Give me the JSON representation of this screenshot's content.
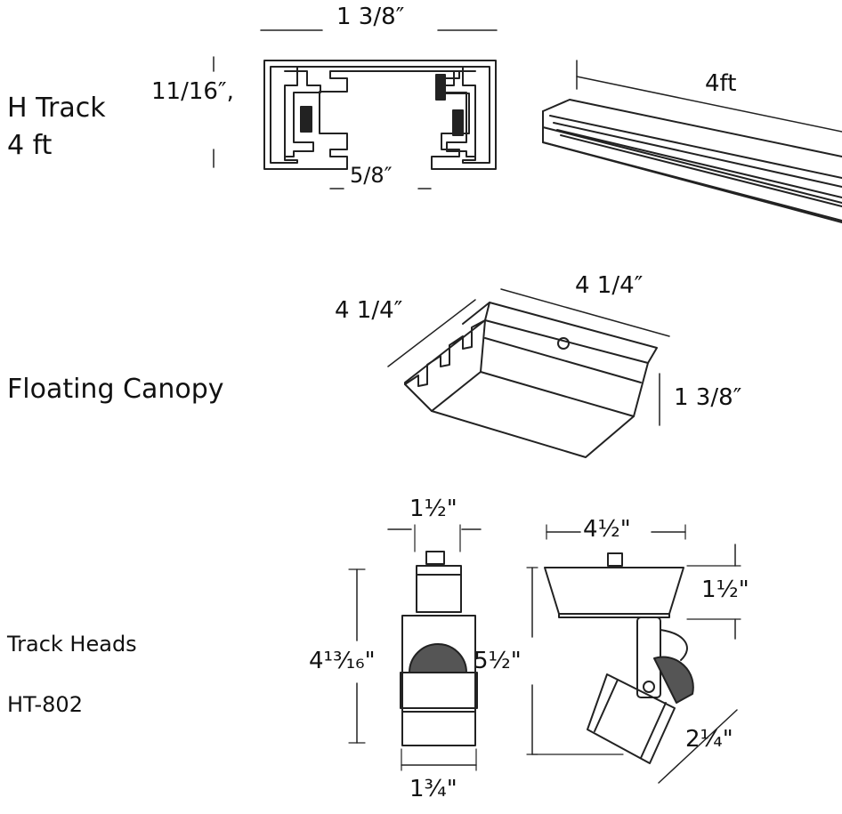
{
  "sections": {
    "h_track": {
      "title": "H Track",
      "subtitle": "4 ft"
    },
    "canopy": {
      "title": "Floating Canopy"
    },
    "heads": {
      "title": "Track Heads",
      "model": "HT-802"
    }
  },
  "dims": {
    "track_width": "1 3/8″",
    "track_height": "11/16″,",
    "track_slot": "5/8″",
    "track_length": "4ft",
    "canopy_depth": "4 1/4″",
    "canopy_width": "4 1/4″",
    "canopy_height": "1 3/8″",
    "head1_top_width": "1½\"",
    "head1_height": "4¹³⁄₁₆\"",
    "head1_bottom_width": "1¾\"",
    "head2_top_width": "4½\"",
    "head2_canopy_height": "1½\"",
    "head2_height": "5½\"",
    "head2_lamp_width": "2¼\""
  }
}
